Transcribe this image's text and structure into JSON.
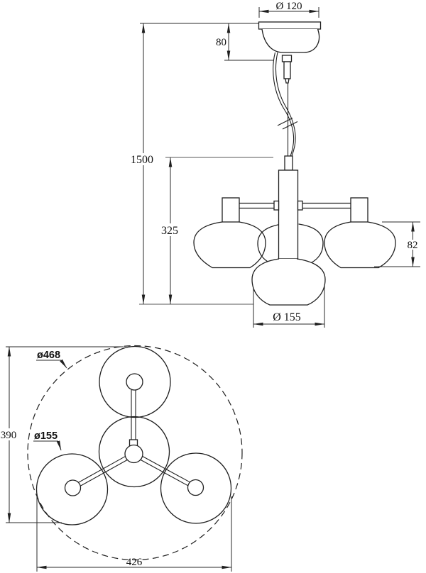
{
  "document": {
    "type": "technical-drawing",
    "subject": "pendant chandelier dimension drawing, front elevation and plan view",
    "background_color": "#ffffff",
    "line_color": "#1f1f1f"
  },
  "front_view": {
    "label": "front-elevation",
    "dims": {
      "canopy_diameter": "Ø 120",
      "canopy_drop": "80",
      "overall_drop": "1500",
      "body_height": "325",
      "shade_height": "82",
      "shade_diameter": "Ø 155"
    }
  },
  "top_view": {
    "label": "plan-view",
    "dims": {
      "overall_diameter": "ø468",
      "shade_diameter": "ø155",
      "depth": "390",
      "width": "426"
    }
  }
}
